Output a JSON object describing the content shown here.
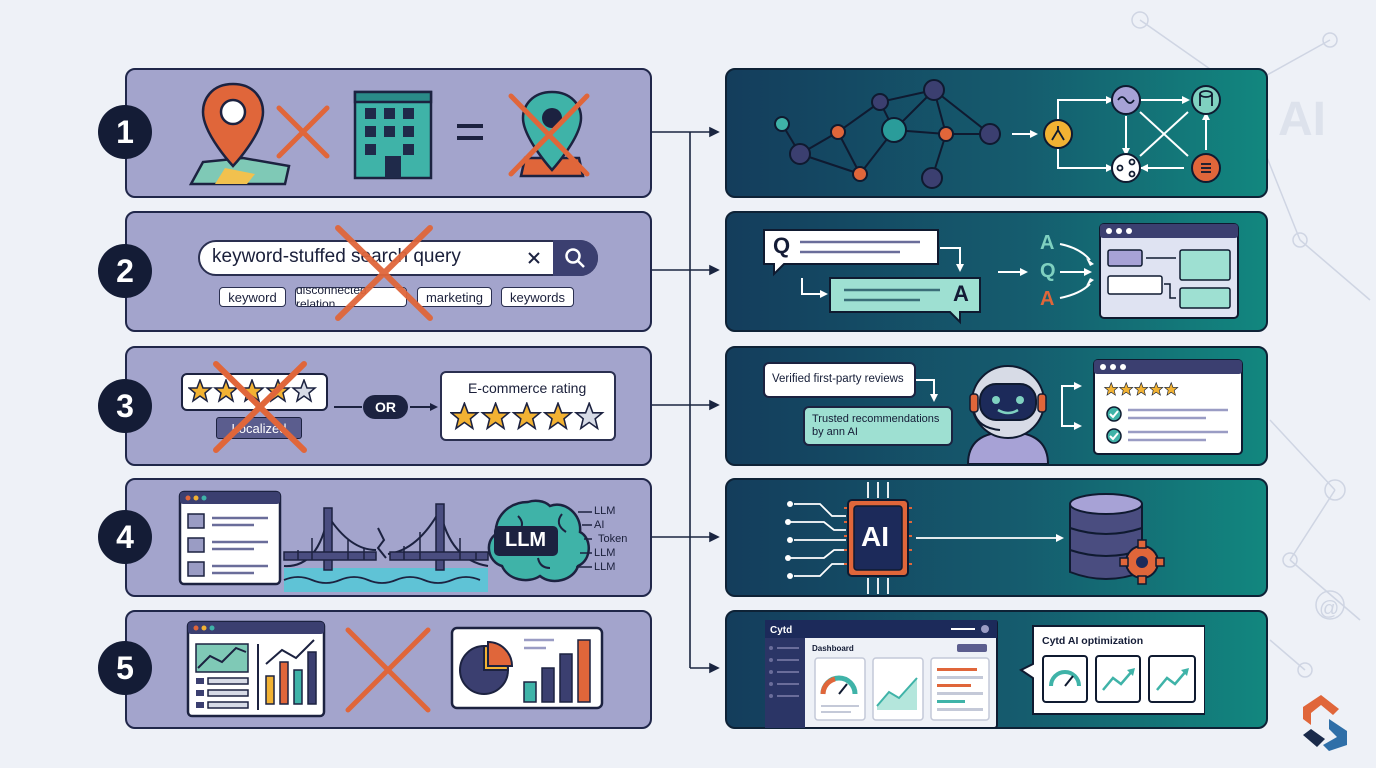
{
  "rows": [
    {
      "number": "1"
    },
    {
      "number": "2"
    },
    {
      "number": "3"
    },
    {
      "number": "4"
    },
    {
      "number": "5"
    }
  ],
  "row2": {
    "search_query": "keyword-stuffed search query",
    "chips": [
      "keyword",
      "disconnected relation",
      "marketing",
      "keywords"
    ]
  },
  "row3": {
    "local_label": "Localized",
    "or_label": "OR",
    "ecommerce_title": "E-commerce rating"
  },
  "row4": {
    "llm_label": "LLM",
    "token_labels": [
      "LLM",
      "AI",
      "Token",
      "LLM",
      "LLM"
    ]
  },
  "right2": {
    "q_label": "Q",
    "a_label": "A",
    "stack": [
      "A",
      "Q",
      "A"
    ]
  },
  "right3": {
    "reviews_label": "Verified first-party reviews",
    "trusted_label": "Trusted recommendations by ann AI"
  },
  "right4": {
    "ai_label": "AI"
  },
  "right5": {
    "app_name": "Cytd",
    "dashboard_label": "Dashboard",
    "optimization_label": "Cytd AI optimization"
  },
  "colors": {
    "left_panel": "#a3a4cc",
    "right_panel_start": "#143d5c",
    "right_panel_end": "#12877f",
    "accent_orange": "#e0663a",
    "accent_teal": "#3fb3a8",
    "dark_navy": "#141c36"
  }
}
